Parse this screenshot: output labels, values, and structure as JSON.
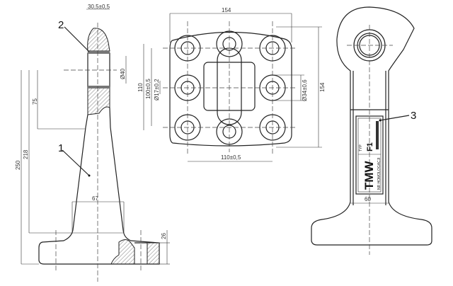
{
  "callouts": {
    "part1": "1",
    "part2": "2",
    "part3": "3"
  },
  "side_view": {
    "width_top": "30,5±0,5",
    "bore_dia": "Ø40",
    "dim_75": "75",
    "dim_218": "218",
    "dim_250": "250",
    "dim_67": "67",
    "dim_26": "26"
  },
  "top_view": {
    "width": "154",
    "height": "154",
    "dim_110_v": "110",
    "dim_100": "100±0,5",
    "hole_small": "Ø17±0,2",
    "hole_large": "Ø34±0,6",
    "dim_110_h": "110±0,5"
  },
  "front_view": {
    "dim_60": "60",
    "plate_brand": "TMW",
    "plate_homologation": "NR HOMOLOGACJI",
    "plate_type": "TYP",
    "plate_mark": "F1"
  }
}
